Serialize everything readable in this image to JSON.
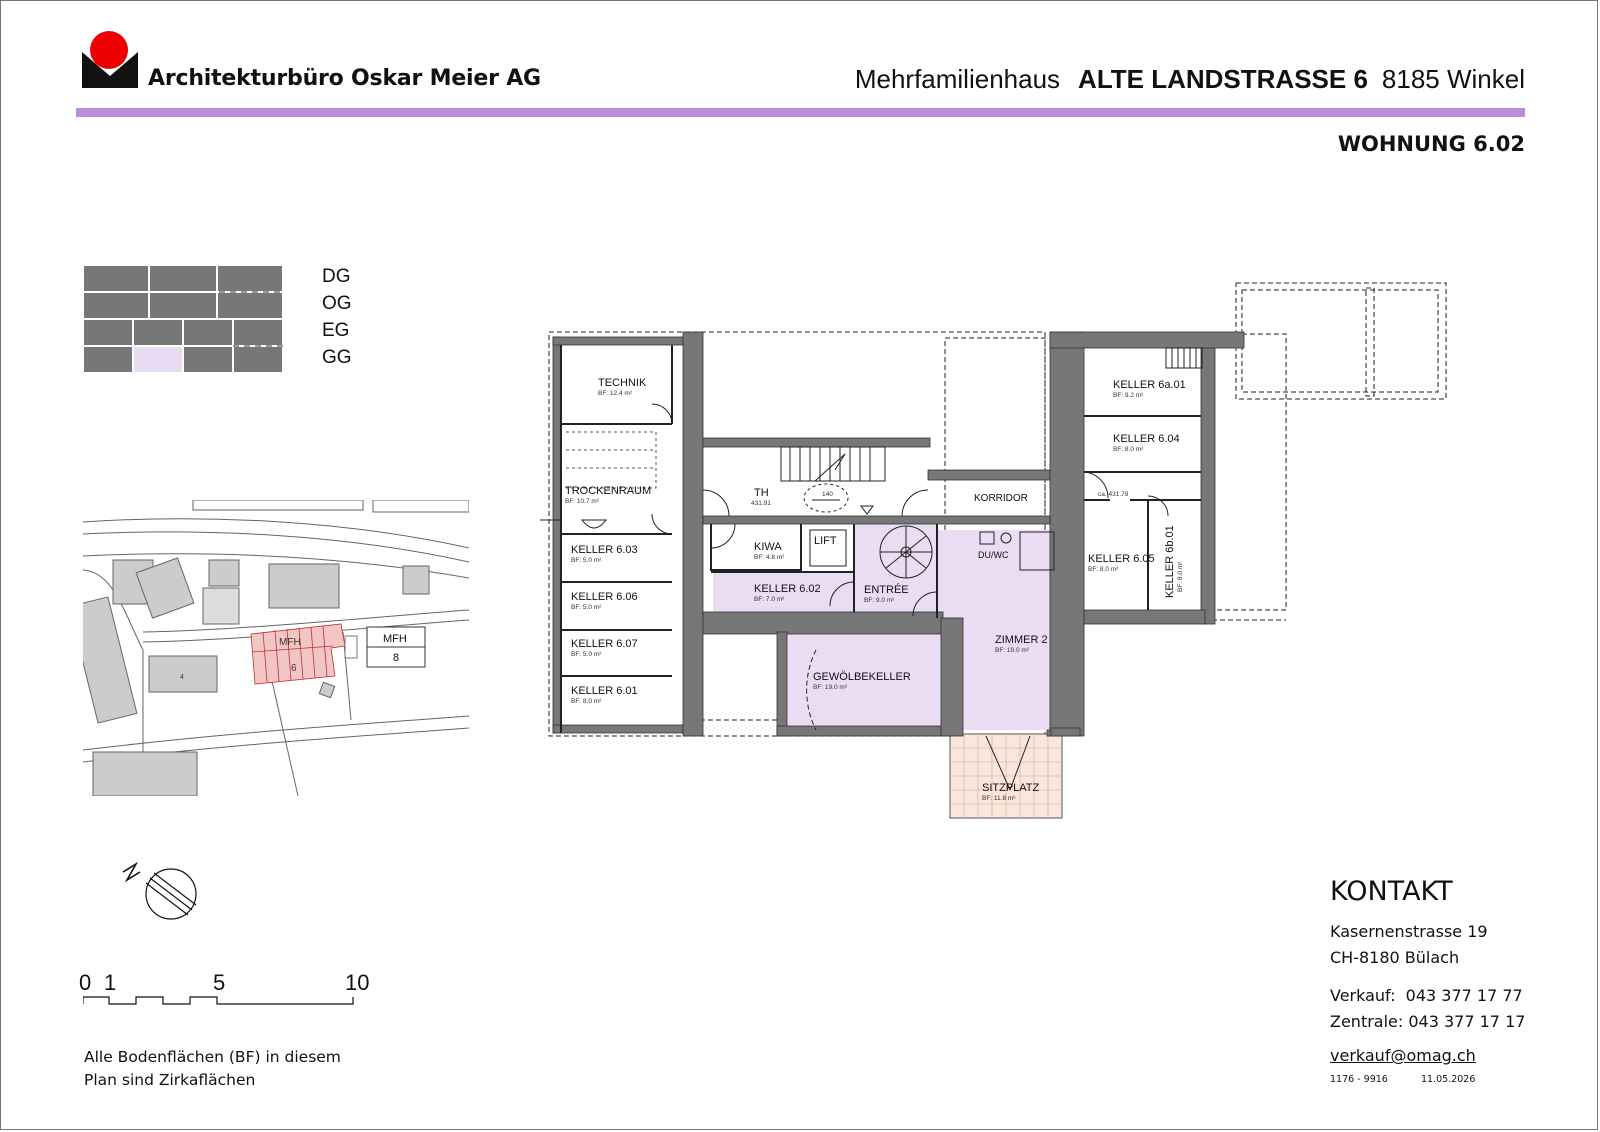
{
  "header": {
    "firm_name": "Architekturbüro Oskar Meier AG",
    "project_type": "Mehrfamilienhaus",
    "project_address": "ALTE LANDSTRASSE 6",
    "project_place": "8185 Winkel",
    "unit_title": "WOHNUNG 6.02",
    "accent_color": "#b98fd9"
  },
  "levels": [
    "DG",
    "OG",
    "EG",
    "GG"
  ],
  "site_plan": {
    "building_label": "MFH",
    "building_number": "6",
    "neighbor_label": "MFH",
    "neighbor_number": "8",
    "other_number": "4"
  },
  "scale": {
    "ticks": [
      "0",
      "1",
      "5",
      "10"
    ]
  },
  "note": {
    "line1": "Alle Bodenflächen (BF) in diesem",
    "line2": "Plan sind Zirkaflächen"
  },
  "floorplan": {
    "rooms": {
      "technik": {
        "name": "TECHNIK",
        "area": "BF: 12.4 m²"
      },
      "trockenraum": {
        "name": "TROCKENRAUM",
        "area": "BF: 10.7 m²"
      },
      "keller_603": {
        "name": "KELLER 6.03",
        "area": "BF: 5.0 m²"
      },
      "keller_606": {
        "name": "KELLER 6.06",
        "area": "BF: 5.0 m²"
      },
      "keller_607": {
        "name": "KELLER 6.07",
        "area": "BF: 5.0 m²"
      },
      "keller_601": {
        "name": "KELLER 6.01",
        "area": "BF: 8.0 m²"
      },
      "th": {
        "name": "TH",
        "area": "431.91"
      },
      "kiwa": {
        "name": "KIWA",
        "area": "BF: 4.8 m²"
      },
      "lift": {
        "name": "LIFT"
      },
      "keller_602": {
        "name": "KELLER 6.02",
        "area": "BF: 7.0 m²"
      },
      "entree": {
        "name": "ENTRÉE",
        "area": "BF: 9.0 m²"
      },
      "duwc": {
        "name": "DU/WC"
      },
      "korridor": {
        "name": "KORRIDOR"
      },
      "keller_6a01": {
        "name": "KELLER 6a.01",
        "area": "BF: 9.2 m²"
      },
      "keller_604": {
        "name": "KELLER 6.04",
        "area": "BF: 8.0 m²"
      },
      "keller_605": {
        "name": "KELLER 6.05",
        "area": "BF: 8.0 m²"
      },
      "keller_6b01": {
        "name": "KELLER 6b.01",
        "area": "BF: 8.0 m²"
      },
      "zimmer2": {
        "name": "ZIMMER 2",
        "area": "BF: 19.0 m²"
      },
      "gewoelbekeller": {
        "name": "GEWÖLBEKELLER",
        "area": "BF: 19.0 m²"
      },
      "sitzplatz": {
        "name": "SITZPLATZ",
        "area": "BF: 11.8 m²"
      }
    },
    "height_mark": "ca. 431.79",
    "dim_mark": "140"
  },
  "contact": {
    "title": "KONTAKT",
    "street": "Kasernenstrasse 19",
    "city": "CH-8180 Bülach",
    "sales": "Verkauf:  043 377 17 77",
    "central": "Zentrale: 043 377 17 17",
    "email": "verkauf@omag.ch",
    "ref": "1176 - 9916",
    "date": "11.05.2026"
  }
}
